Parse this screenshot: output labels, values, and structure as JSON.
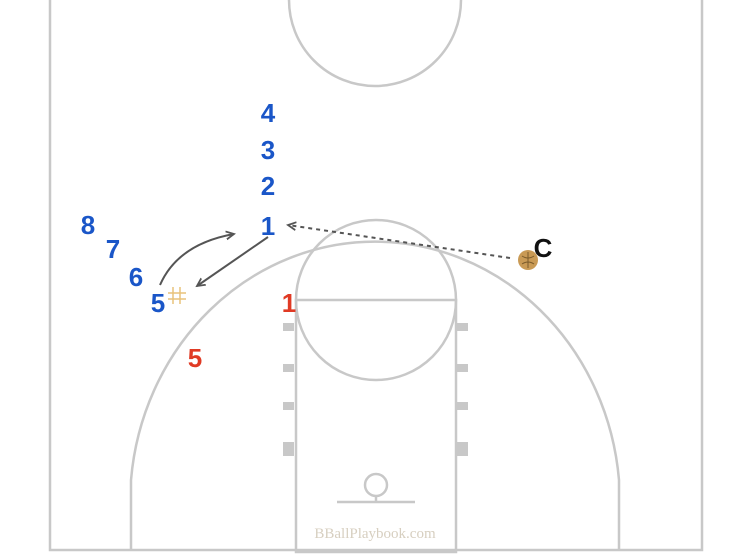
{
  "offense_players": {
    "p4": "4",
    "p3": "3",
    "p2": "2",
    "p1": "1",
    "p8": "8",
    "p7": "7",
    "p6": "6",
    "p5": "5"
  },
  "defense_players": {
    "d1": "1",
    "d5": "5"
  },
  "coach": {
    "label": "C"
  },
  "watermark": "BBallPlaybook.com",
  "colors": {
    "offense": "#1a56c8",
    "defense": "#e03a24",
    "coach": "#111111",
    "court_line": "#c8c8c8",
    "ball": "#c99a55",
    "screen": "#e9c27a",
    "arrow": "#555555"
  }
}
